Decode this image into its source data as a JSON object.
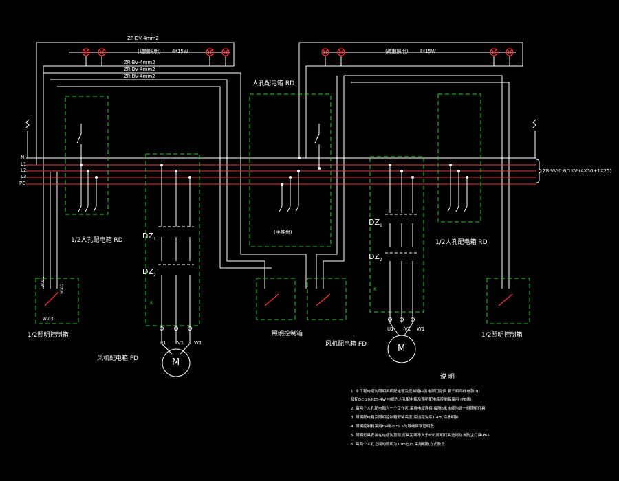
{
  "cable_top": "ZR-BV-4mm2",
  "cable_a": "ZR-BV-4mm2",
  "cable_b": "ZR-BV-4mm2",
  "cable_c": "ZR-BV-4mm2",
  "lamp_left_desc": "(疏散照明)",
  "lamp_left_power": "4*15W",
  "lamp_right_desc": "(疏散照明)",
  "lamp_right_power": "4*15W",
  "manhole_box_top": "人孔配电箱 RD",
  "bus_labels": [
    "N",
    "L1",
    "L2",
    "L3",
    "PE"
  ],
  "main_cable": "ZR-VV-0.6/1KV-(4X50+1X25)",
  "manual_switch": "(手推盘)",
  "manhole_box_left": "1/2人孔配电箱 RD",
  "manhole_box_right": "1/2人孔配电箱 RD",
  "dz1": "DZ",
  "dz1_sub": "1",
  "dz2": "DZ",
  "dz2_sub": "2",
  "k_label": "K",
  "uvw_left": [
    "U1",
    "V1",
    "W1"
  ],
  "uvw_right": [
    "U1",
    "V1",
    "W1"
  ],
  "motor": "M",
  "fan_box_left": "风机配电箱 FD",
  "fan_box_right": "风机配电箱 FD",
  "light_box_left": "1/2照明控制箱",
  "light_box_mid": "照明控制箱",
  "light_box_right": "1/2照明控制箱",
  "w_labels": [
    "W-01",
    "W-02",
    "W-03"
  ],
  "notes_title": "说  明",
  "notes": [
    "1. 本工程电缆沟照明风机配电箱及控制箱由供电部门提供              要三相四线电源(N)",
    "   及配DC-20/PE5-4W          电缆为人孔配电箱及照明配电箱控制箱采用           (PE线)",
    "2. 每两个人孔配电箱为一个工作区,采用电缆连接,每隔6米电缆沟设一组照明灯具",
    "3. 照明配电箱及照明控制箱安装高度,底边距沟底1.4m,沿墙明装",
    "4. 照明控制箱采用BV线25*1.5的导线穿钢管明敷",
    "5. 照明灯具安装在电缆沟顶部,灯具距离不大于6米,照明灯具选用防水防尘灯具IP65",
    "6. 每两个人孔之间的照明为10m左右,采用明敷方式敷设"
  ]
}
